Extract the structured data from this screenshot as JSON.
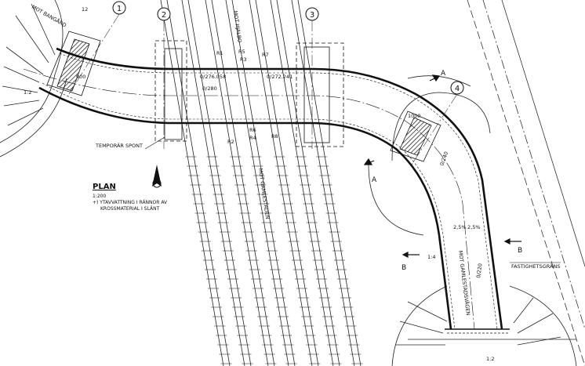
{
  "plan": {
    "title": "PLAN",
    "scale": "1:200",
    "note_line1": "+) YTAVVATTNING I RÄNNOR AV",
    "note_line2": "KROSSMATERIAL I SLÄNT"
  },
  "grid_markers": [
    "1",
    "2",
    "3",
    "4"
  ],
  "labels": {
    "mot_bangard": "MOT BANGÅRD",
    "mot_hjalbo": "MOT HJALBO",
    "mot_gamlestaden": "MOT GAMLESTADEN",
    "mot_gamlestadsvagen": "MOT GAMLESTADSVÄGEN",
    "temporar_spont": "TEMPORÄR SPONT",
    "fastighetsgrans": "FASTIGHETSGRÄNS",
    "section_a": "A",
    "section_b": "B",
    "chainage_1": "0/276.058",
    "chainage_2": "0/272.241",
    "chainage_3": "0/280",
    "chainage_4": "0/240",
    "chainage_5": "0/220",
    "tracks": [
      "R1",
      "R5",
      "R3",
      "R7",
      "R2",
      "R6",
      "R4",
      "R8"
    ],
    "slope_left": "2,5%",
    "slope_right": "2,5%",
    "small_12a": "12",
    "small_12b": "1:2",
    "small_14": "1:4",
    "small_12c": "1:2",
    "dim_900": "900",
    "dim_1000": "1000"
  }
}
